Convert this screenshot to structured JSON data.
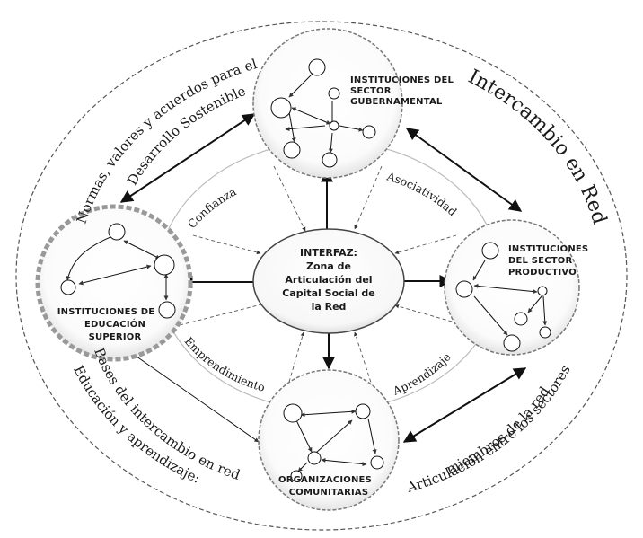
{
  "diagram": {
    "center": {
      "lines": [
        "INTERFAZ:",
        "Zona de",
        "Articulación del",
        "Capital Social de",
        "la Red"
      ]
    },
    "nodes": {
      "top": {
        "lines": [
          "INSTITUCIONES DEL",
          "SECTOR",
          "GUBERNAMENTAL"
        ]
      },
      "right": {
        "lines": [
          "INSTITUCIONES",
          "DEL SECTOR",
          "PRODUCTIVO"
        ]
      },
      "left": {
        "lines": [
          "INSTITUCIONES DE",
          "EDUCACIÓN",
          "SUPERIOR"
        ]
      },
      "bottom": {
        "lines": [
          "ORGANIZACIONES",
          "COMUNITARIAS"
        ]
      }
    },
    "inner_ring_labels": {
      "confianza": "Confianza",
      "asociatividad": "Asociatividad",
      "emprendimiento": "Emprendimiento",
      "aprendizaje": "Aprendizaje"
    },
    "outer_labels": {
      "normas_1": "Normas, valores y acuerdos para el",
      "normas_2": "Desarrollo Sostenible",
      "intercambio": "Intercambio en Red",
      "educacion_1": "Educación y aprendizaje:",
      "educacion_2": "Bases del intercambio en red",
      "articulacion_1": "Articulación entre los sectores",
      "articulacion_2": "miembros de la red"
    }
  }
}
